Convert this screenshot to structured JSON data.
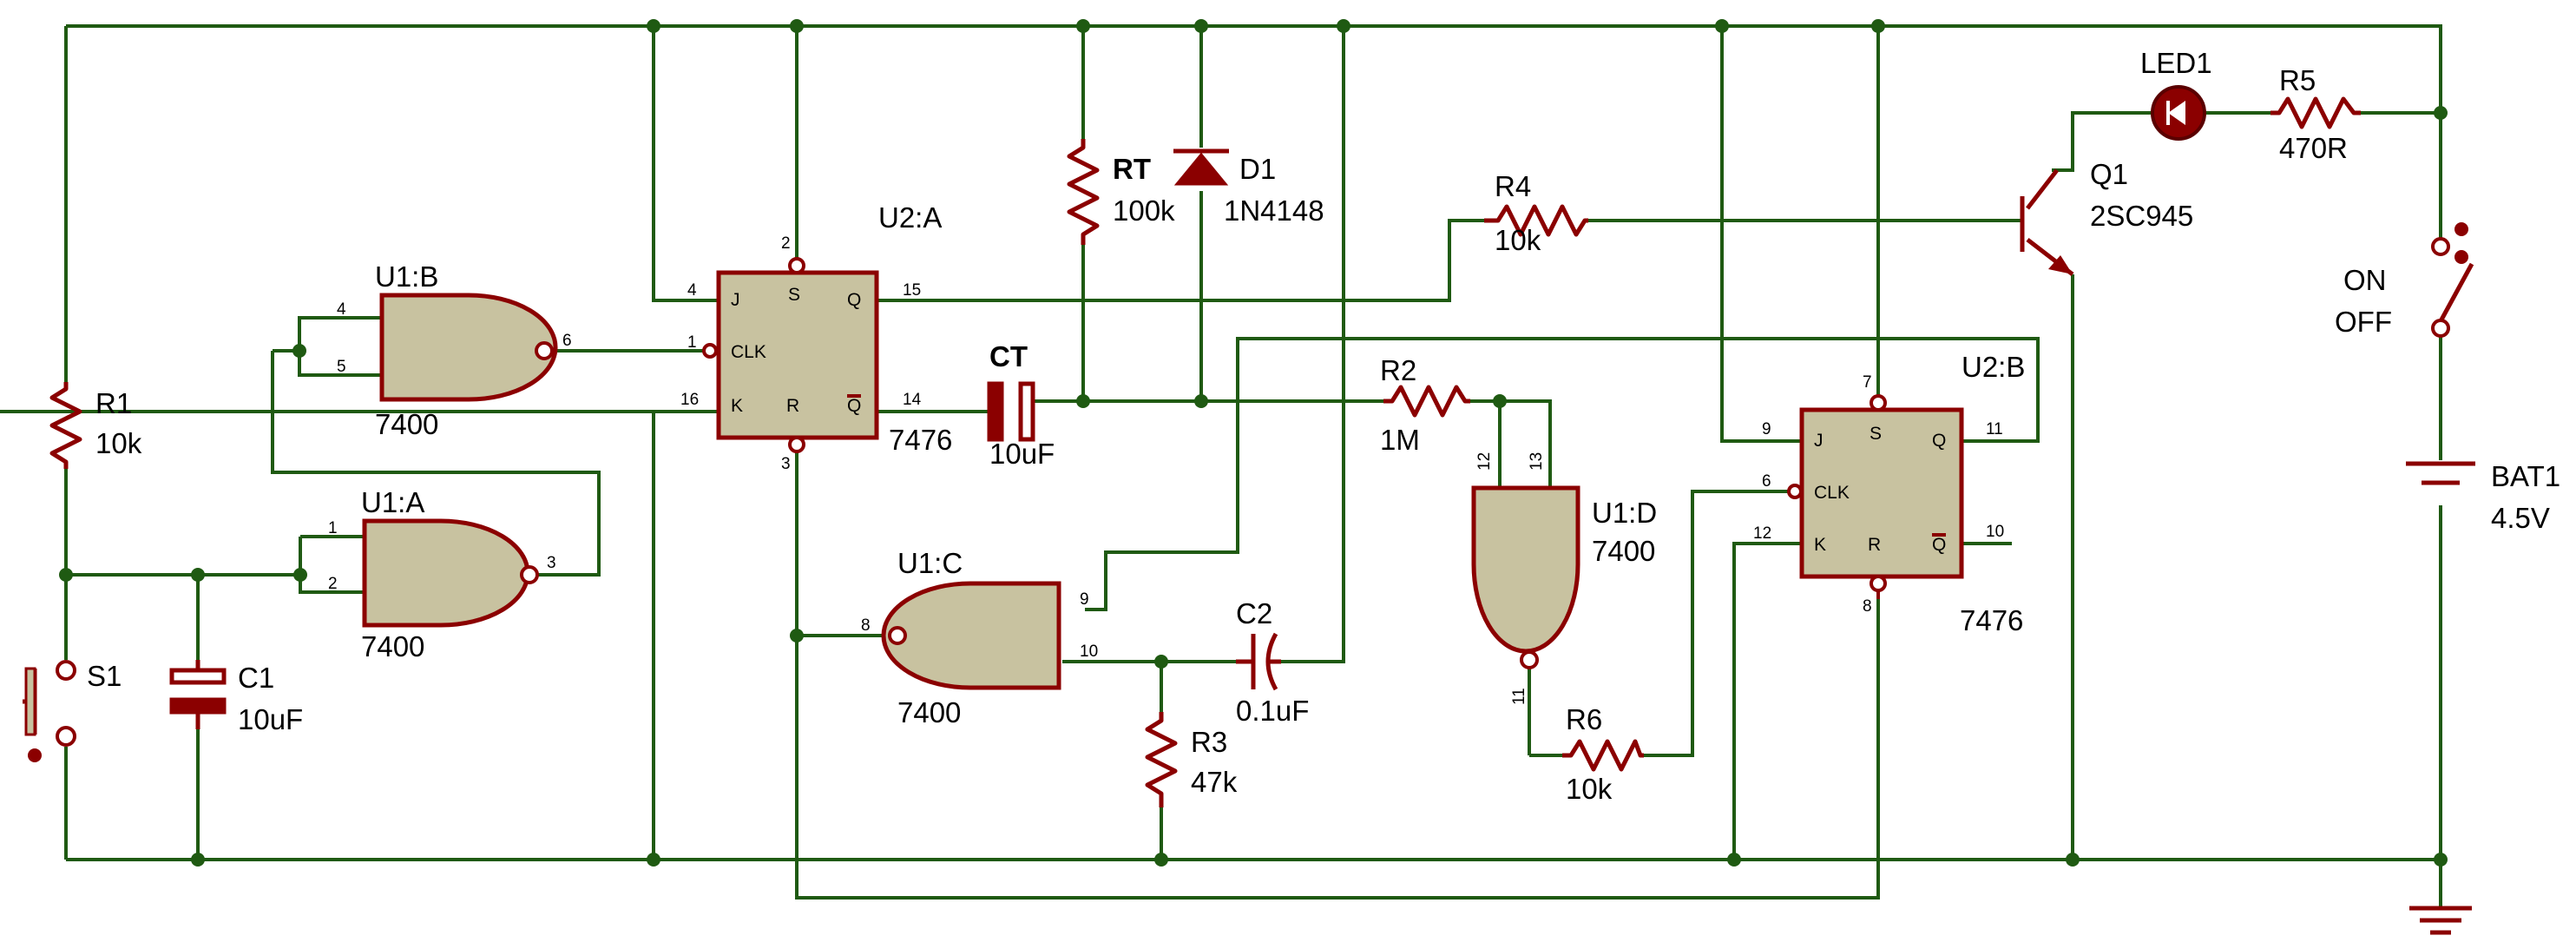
{
  "components": {
    "u1b": {
      "ref": "U1:B",
      "value": "7400",
      "pins": [
        "4",
        "5",
        "6"
      ]
    },
    "u1a": {
      "ref": "U1:A",
      "value": "7400",
      "pins": [
        "1",
        "2",
        "3"
      ]
    },
    "u1c": {
      "ref": "U1:C",
      "value": "7400",
      "pins": [
        "8",
        "9",
        "10"
      ]
    },
    "u1d": {
      "ref": "U1:D",
      "value": "7400",
      "pins": [
        "12",
        "13",
        "11"
      ]
    },
    "u2a": {
      "ref": "U2:A",
      "value": "7476",
      "pins": {
        "j": "4",
        "clk": "1",
        "k": "16",
        "s": "2",
        "r": "3",
        "q": "15",
        "qbar": "14"
      },
      "labels": {
        "j": "J",
        "clk": "CLK",
        "k": "K",
        "s": "S",
        "r": "R",
        "q": "Q",
        "qbar": "Q"
      }
    },
    "u2b": {
      "ref": "U2:B",
      "value": "7476",
      "pins": {
        "j": "9",
        "clk": "6",
        "k": "12",
        "s": "7",
        "r": "8",
        "q": "11",
        "qbar": "10"
      },
      "labels": {
        "j": "J",
        "clk": "CLK",
        "k": "K",
        "s": "S",
        "r": "R",
        "q": "Q",
        "qbar": "Q"
      }
    },
    "r1": {
      "ref": "R1",
      "value": "10k"
    },
    "r2": {
      "ref": "R2",
      "value": "1M"
    },
    "r3": {
      "ref": "R3",
      "value": "47k"
    },
    "r4": {
      "ref": "R4",
      "value": "10k"
    },
    "r5": {
      "ref": "R5",
      "value": "470R"
    },
    "r6": {
      "ref": "R6",
      "value": "10k"
    },
    "rt": {
      "ref": "RT",
      "value": "100k"
    },
    "c1": {
      "ref": "C1",
      "value": "10uF"
    },
    "c2": {
      "ref": "C2",
      "value": "0.1uF"
    },
    "ct": {
      "ref": "CT",
      "value": "10uF"
    },
    "d1": {
      "ref": "D1",
      "value": "1N4148"
    },
    "led1": {
      "ref": "LED1"
    },
    "q1": {
      "ref": "Q1",
      "value": "2SC945"
    },
    "s1": {
      "ref": "S1"
    },
    "bat1": {
      "ref": "BAT1",
      "value": "4.5V"
    },
    "switch": {
      "on": "ON",
      "off": "OFF"
    }
  },
  "colors": {
    "wire": "#1f5a12",
    "component": "#8b0000",
    "ic_body": "#c8c2a0",
    "led": "#8b0000"
  }
}
